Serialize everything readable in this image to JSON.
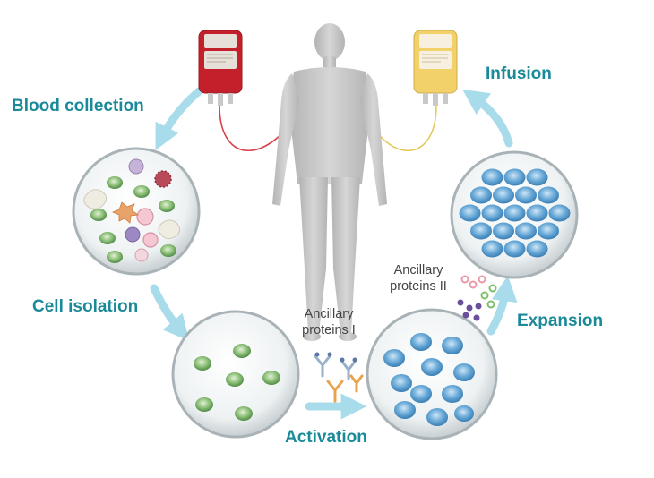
{
  "colors": {
    "step_label": "#1a8a99",
    "arrow": "#a9dcea",
    "body": "#c9c9c9",
    "red_bag": "#c4202b",
    "yellow_bag": "#f2d06a",
    "dish_cell_blue": "#4f95c9",
    "dish_cell_green": "#6fa860"
  },
  "labels": {
    "blood_collection": "Blood collection",
    "infusion": "Infusion",
    "cell_isolation": "Cell isolation",
    "activation": "Activation",
    "expansion": "Expansion"
  },
  "ancillary": {
    "first": {
      "line1": "Ancillary",
      "line2": "proteins I"
    },
    "second": {
      "line1": "Ancillary",
      "line2": "proteins II"
    }
  },
  "icons": {
    "body": "human-silhouette",
    "bag_red": "blood-bag-red",
    "bag_yellow": "cell-bag-yellow",
    "dish": "petri-dish"
  }
}
